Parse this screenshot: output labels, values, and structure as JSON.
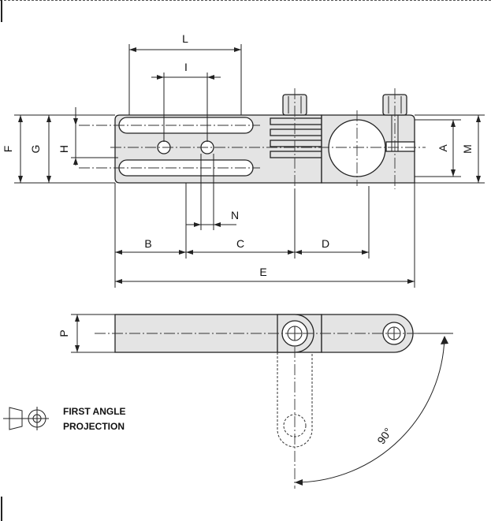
{
  "dimensions": {
    "A": "A",
    "B": "B",
    "C": "C",
    "D": "D",
    "E": "E",
    "F": "F",
    "G": "G",
    "H": "H",
    "I": "I",
    "L": "L",
    "M": "M",
    "N": "N",
    "P": "P"
  },
  "angle_label": "90°",
  "projection": {
    "line1": "FIRST ANGLE",
    "line2": "PROJECTION"
  },
  "colors": {
    "part_fill": "#e4e4e4",
    "outline": "#222222"
  }
}
